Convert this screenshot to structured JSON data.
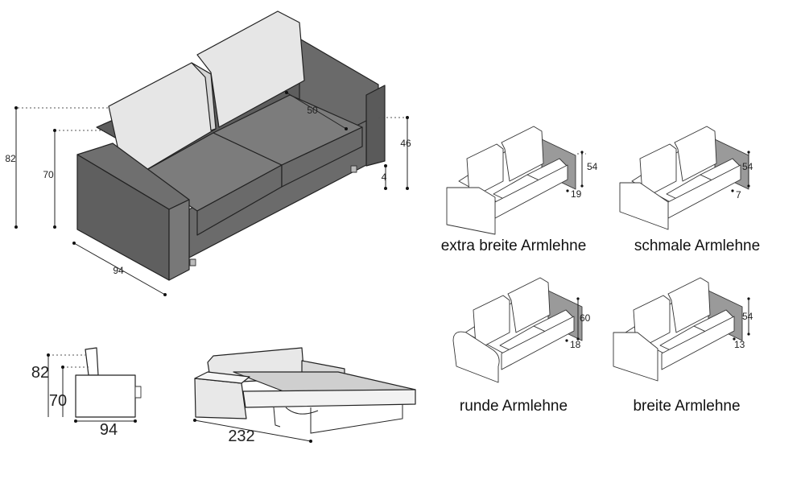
{
  "main_sofa": {
    "height_total": "82",
    "height_arm": "70",
    "depth": "94",
    "seat_depth": "50",
    "seat_height": "46",
    "foot_height": "4"
  },
  "side_view": {
    "height_total": "82",
    "height_arm": "70",
    "depth": "94"
  },
  "bed_view": {
    "length": "232"
  },
  "armrests": [
    {
      "caption": "extra breite Armlehne",
      "height": "54",
      "width": "19"
    },
    {
      "caption": "schmale Armlehne",
      "height": "54",
      "width": "7"
    },
    {
      "caption": "runde Armlehne",
      "height": "60",
      "width": "18"
    },
    {
      "caption": "breite Armlehne",
      "height": "54",
      "width": "13"
    }
  ],
  "colors": {
    "fabric_dark": "#6e6e6e",
    "fabric_mid": "#8a8a8a",
    "fabric_light": "#e8e8e8",
    "outline": "#222222"
  }
}
